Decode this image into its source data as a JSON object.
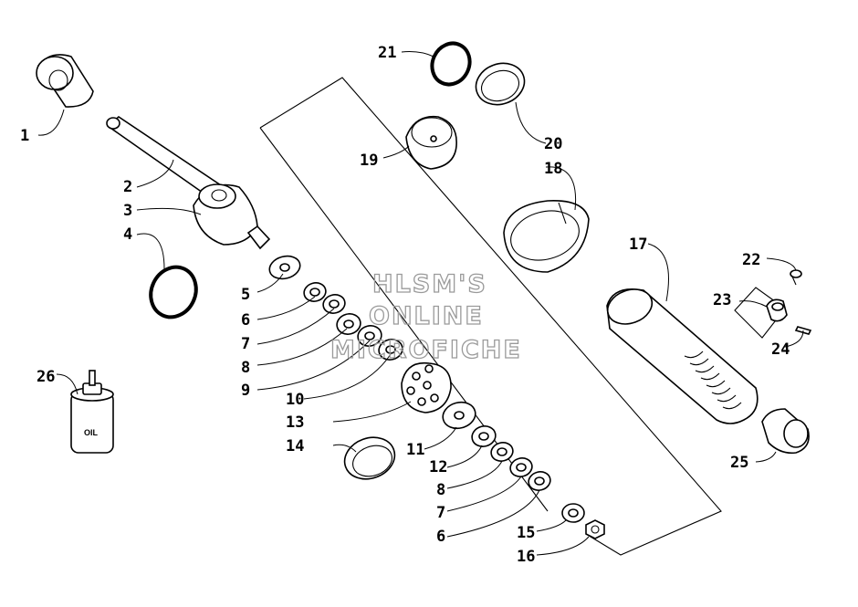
{
  "watermark": {
    "line1": "HLSM'S",
    "line2": "ONLINE",
    "line3": "MICROFICHE"
  },
  "oil_bottle_label": "OIL",
  "callouts": [
    "1",
    "2",
    "3",
    "4",
    "5",
    "6",
    "7",
    "8",
    "9",
    "10",
    "13",
    "14",
    "11",
    "12",
    "8",
    "7",
    "6",
    "15",
    "16",
    "21",
    "19",
    "20",
    "18",
    "17",
    "22",
    "23",
    "24",
    "25",
    "26"
  ]
}
